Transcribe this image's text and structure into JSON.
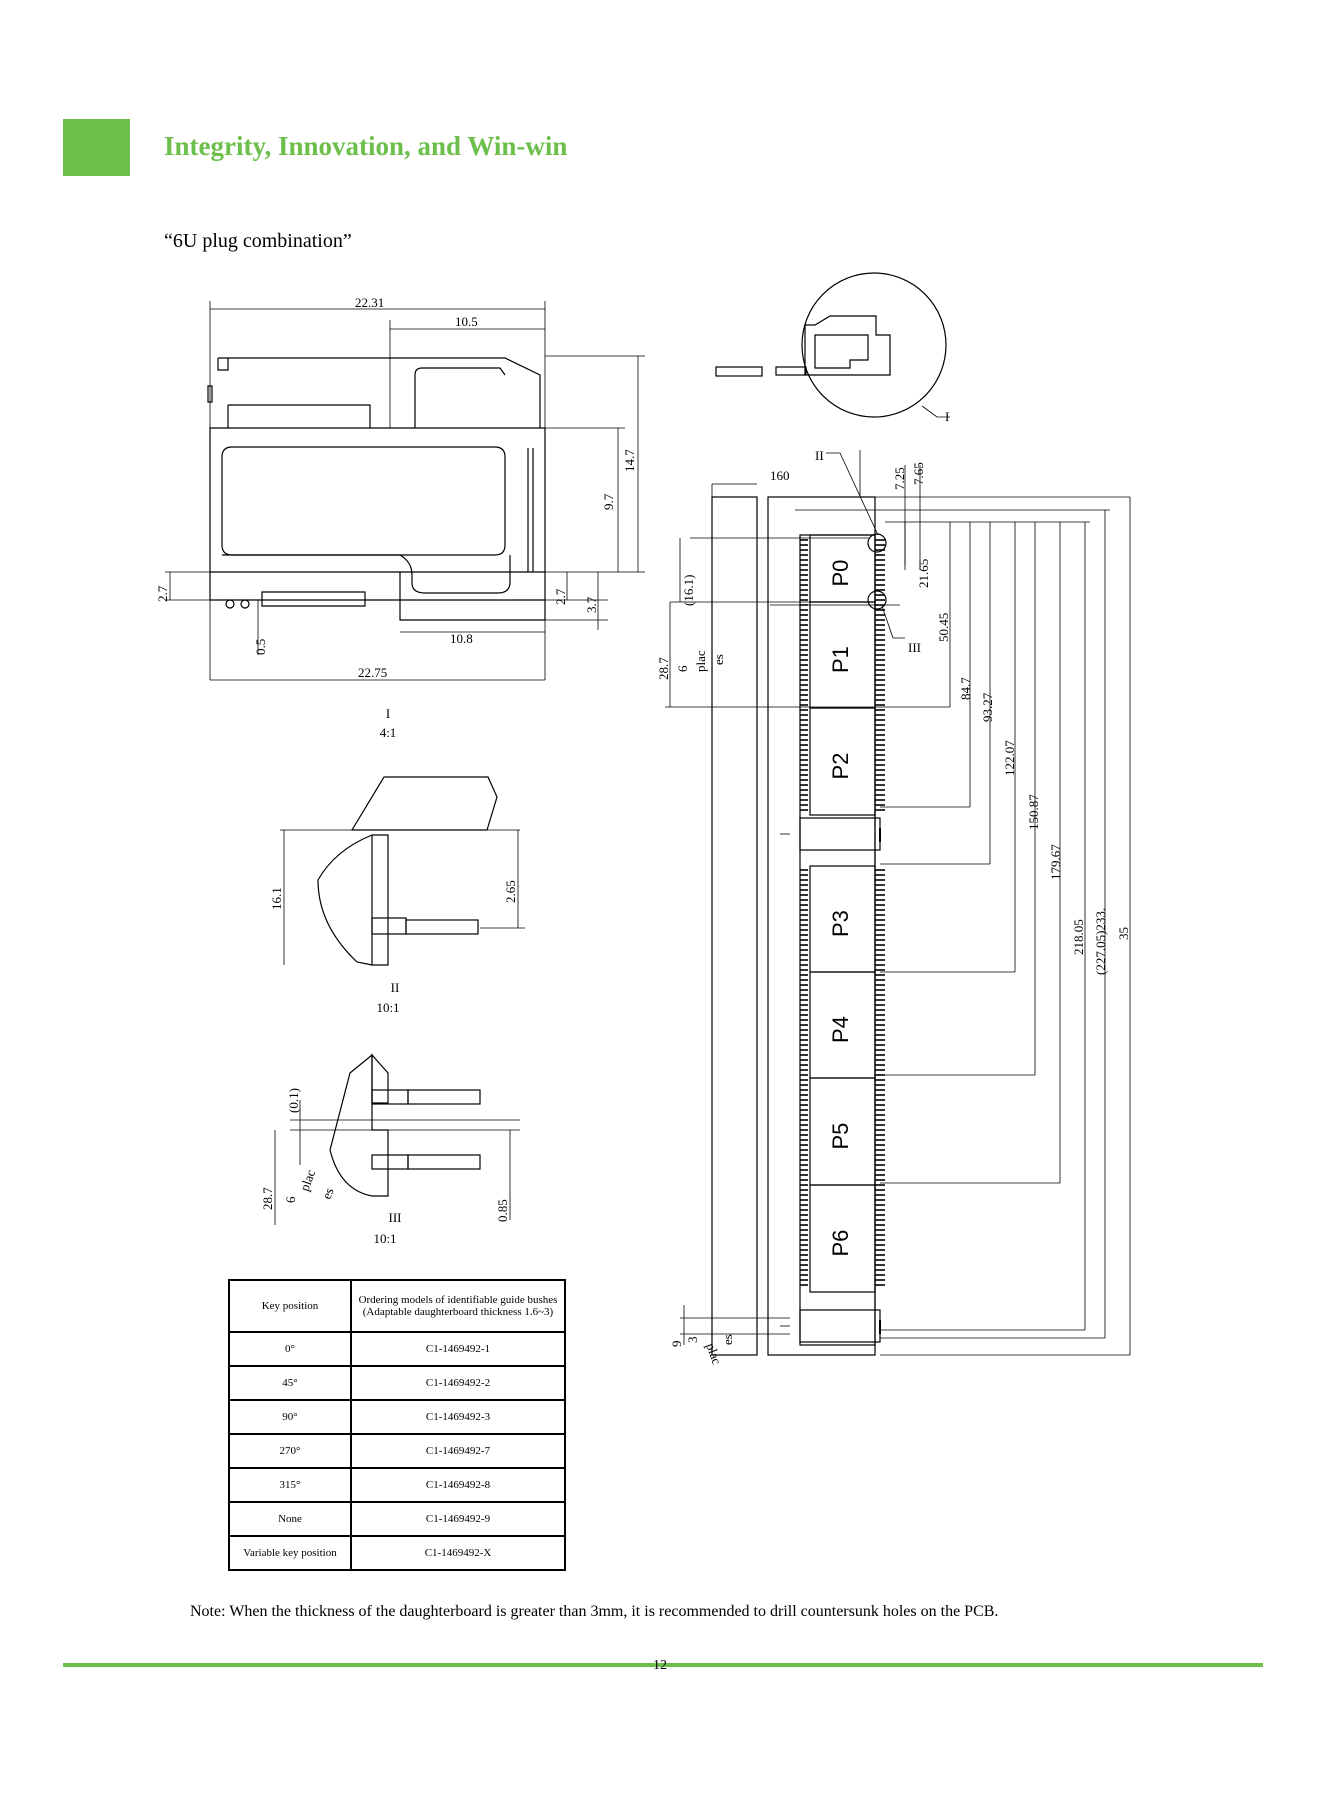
{
  "header": {
    "title": "Integrity, Innovation, and Win-win"
  },
  "section": {
    "title": "“6U plug combination”"
  },
  "drawing": {
    "view_I": {
      "label": "I",
      "scale": "4:1",
      "dims": {
        "w_top": "22.31",
        "w_mid": "10.5",
        "h_a": "14.7",
        "h_b": "9.7",
        "h_c": "2.7",
        "h_d": "2.7",
        "h_e": "3.7",
        "h_f": "0.5",
        "w_low": "10.8",
        "w_bot": "22.75"
      }
    },
    "view_II": {
      "label": "II",
      "scale": "10:1",
      "dims": {
        "a": "16.1",
        "b": "2.65"
      }
    },
    "view_III": {
      "label": "III",
      "scale": "10:1",
      "dims": {
        "a": "(0.1)",
        "b": "28.7",
        "c": "6",
        "d": "plac",
        "e": "es",
        "f": "0.85"
      }
    },
    "detail": {
      "label": "I"
    },
    "assembly": {
      "callouts": {
        "ii": "II",
        "iii": "III"
      },
      "dims": {
        "w_160": "160",
        "d725": "7.25",
        "d765": "7.65",
        "d161": "(16.1)",
        "d287": "28.7",
        "d6": "6",
        "plac": "plac",
        "es": "es",
        "d2165": "21.65",
        "d5045": "50.45",
        "d847": "84.7",
        "d9327": "93.27",
        "d12207": "122.07",
        "d15087": "150.87",
        "d17967": "179.67",
        "d21805": "218.05",
        "d22705": "(227.05)233.",
        "d35": "35",
        "b9": "9",
        "b3": "3",
        "bplac": "plac",
        "bes": "es"
      },
      "connectors": [
        "P0",
        "P1",
        "P2",
        "P3",
        "P4",
        "P5",
        "P6"
      ]
    }
  },
  "table": {
    "headers": [
      "Key position",
      "Ordering models of identifiable guide bushes (Adaptable daughterboard thickness 1.6~3)"
    ],
    "rows": [
      {
        "key": "0°",
        "model": "C1-1469492-1"
      },
      {
        "key": "45°",
        "model": "C1-1469492-2"
      },
      {
        "key": "90°",
        "model": "C1-1469492-3"
      },
      {
        "key": "270°",
        "model": "C1-1469492-7"
      },
      {
        "key": "315°",
        "model": "C1-1469492-8"
      },
      {
        "key": "None",
        "model": "C1-1469492-9"
      },
      {
        "key": "Variable key position",
        "model": "C1-1469492-X"
      }
    ]
  },
  "note": "Note: When the thickness of the daughterboard is greater than 3mm, it is recommended to drill countersunk holes on the PCB.",
  "page_number": "12"
}
